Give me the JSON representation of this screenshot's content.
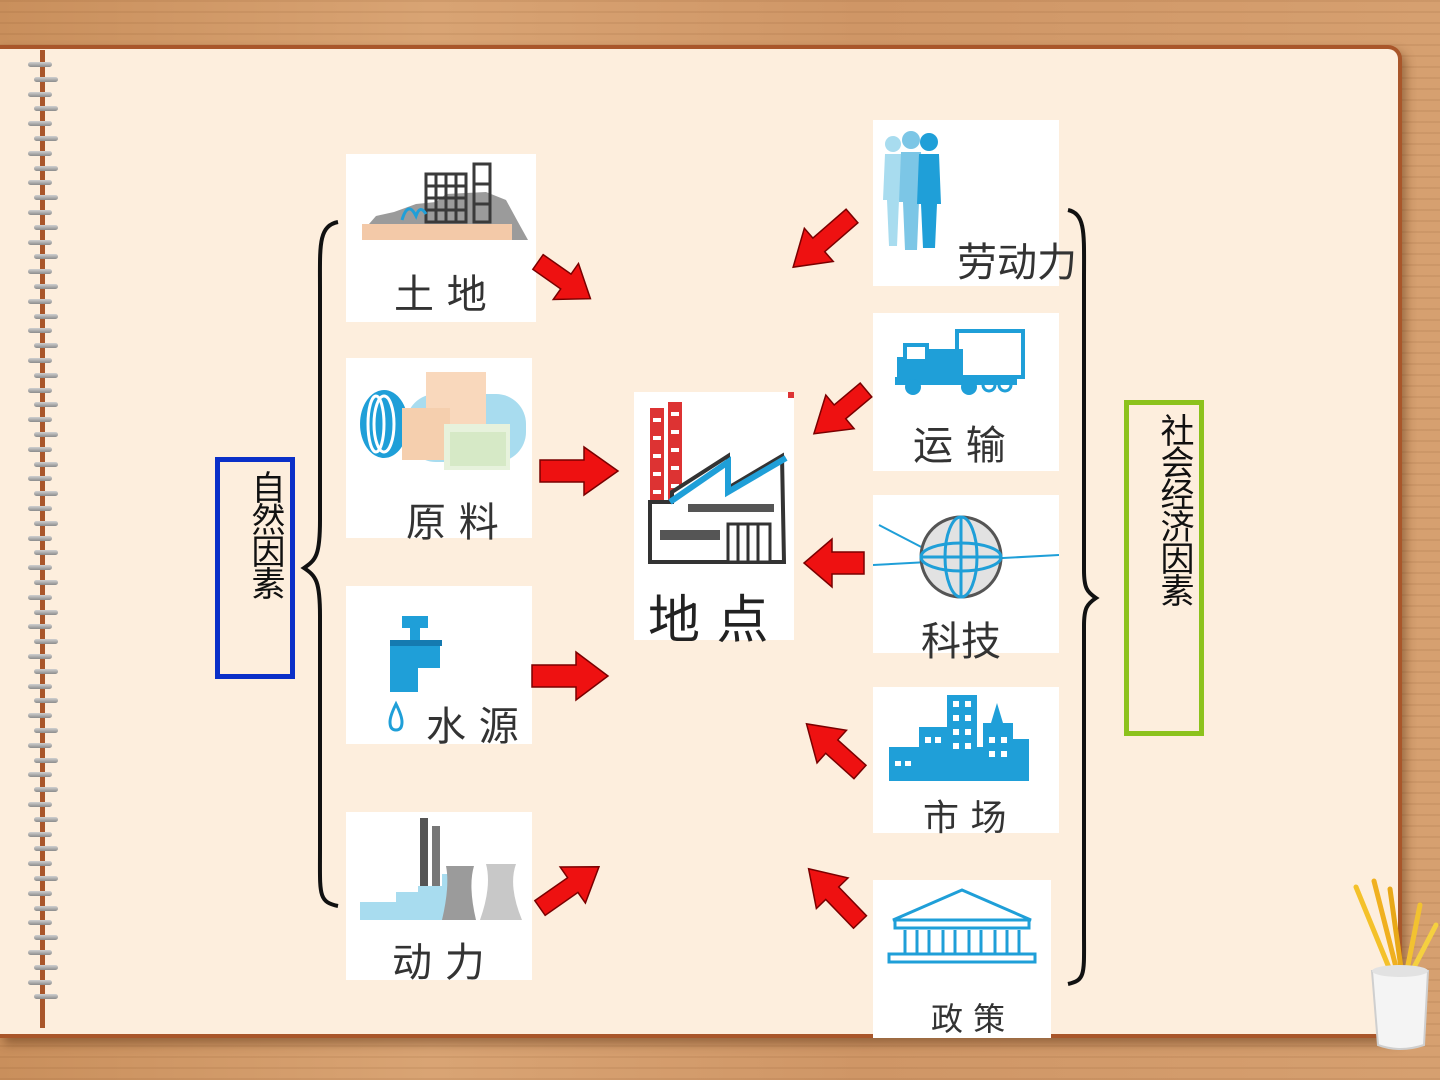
{
  "natural_group": {
    "title": "自然因素",
    "color": "#0a2fc8",
    "items": [
      {
        "label": "土 地"
      },
      {
        "label": "原 料"
      },
      {
        "label": "水 源"
      },
      {
        "label": "动  力"
      }
    ]
  },
  "center": {
    "label": "地 点"
  },
  "social_group": {
    "title": "社会经济因素",
    "color": "#8cc21c",
    "items": [
      {
        "label": "劳动力"
      },
      {
        "label": "运 输"
      },
      {
        "label": "科技"
      },
      {
        "label": "市 场"
      },
      {
        "label": "政 策"
      }
    ]
  },
  "colors": {
    "arrow": "#ee1111",
    "icon_blue": "#1f9fd8",
    "light_blue": "#a8dcef",
    "notebook": "#fdeedd",
    "cover": "#a9562a"
  }
}
